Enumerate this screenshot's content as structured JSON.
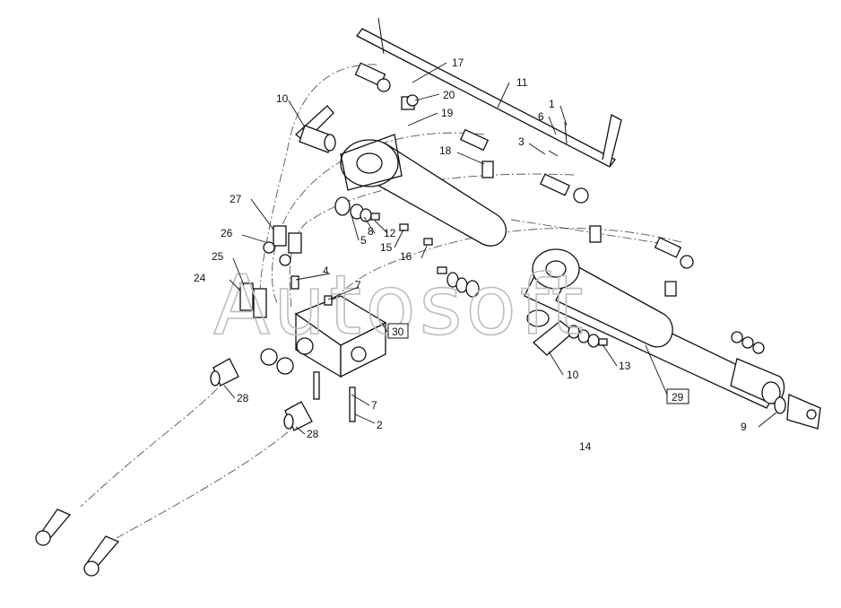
{
  "watermark": "Autosoft",
  "sheet_number": "14",
  "callouts": [
    "17",
    "11",
    "20",
    "10",
    "1",
    "6",
    "19",
    "3",
    "18",
    "27",
    "5",
    "8",
    "12",
    "26",
    "15",
    "16",
    "25",
    "4",
    "24",
    "7",
    "30",
    "10",
    "13",
    "29",
    "7",
    "2",
    "28",
    "28",
    "9"
  ],
  "boxed_callouts": [
    "30",
    "29"
  ],
  "colors": {
    "line": "#111111",
    "watermark": "#bdbdbd",
    "background": "#ffffff"
  }
}
